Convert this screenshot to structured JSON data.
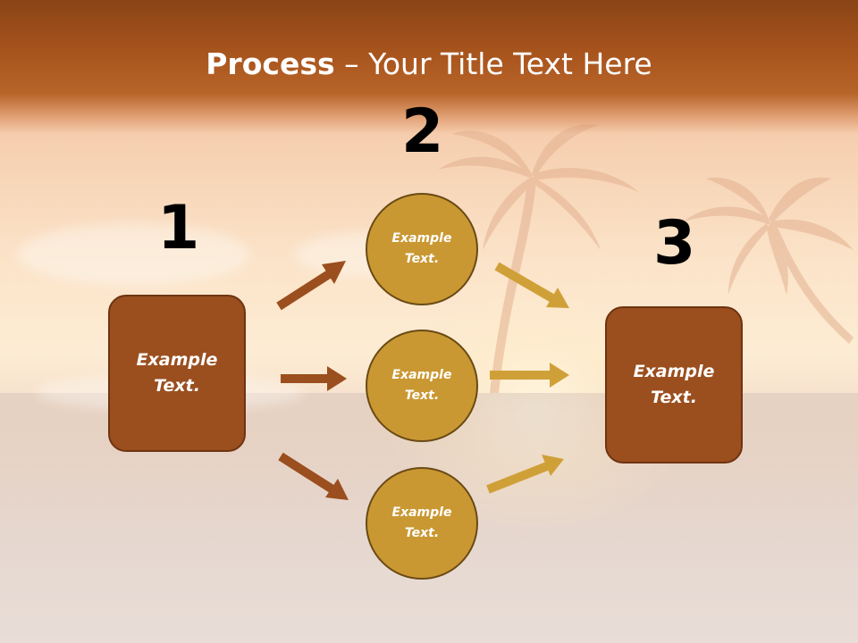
{
  "slide": {
    "title_bold": "Process",
    "title_rest": " – Your Title Text Here"
  },
  "steps": {
    "one": {
      "number": "1",
      "box_text": "Example Text."
    },
    "two": {
      "number": "2",
      "circles": [
        {
          "text": "Example Text."
        },
        {
          "text": "Example Text."
        },
        {
          "text": "Example Text."
        }
      ]
    },
    "three": {
      "number": "3",
      "box_text": "Example Text."
    }
  },
  "colors": {
    "title_bar": "#a8541d",
    "box_fill": "#9b4e1e",
    "circle_fill": "#ca9832",
    "arrow_brown": "#9b4e1e",
    "arrow_gold": "#d0a038"
  }
}
